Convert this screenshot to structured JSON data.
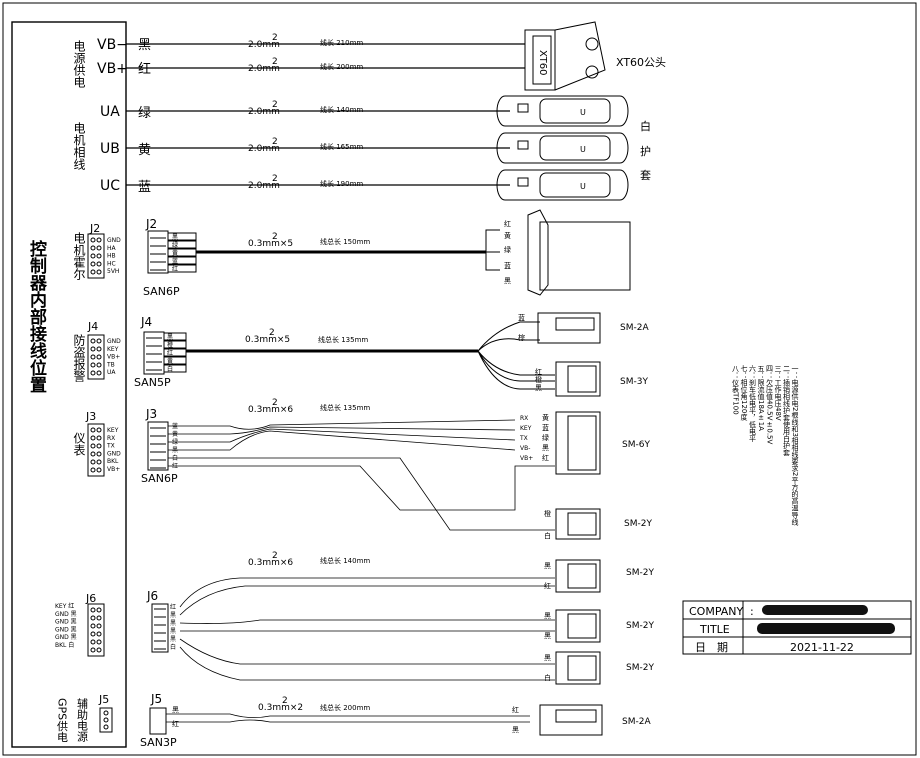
{
  "controller": {
    "title": "控制器内部接线位置",
    "sections": {
      "power": "电源供电",
      "motor_phase": "电机相线",
      "hall": "电机霍尔",
      "antitheft": "防盗报警",
      "meter": "仪表",
      "gps": "GPS供电"
    },
    "j2_pins": [
      "GND",
      "HA",
      "HB",
      "HC",
      "5VH"
    ],
    "j4_pins": [
      "GND",
      "KEY",
      "VB+",
      "TB",
      "UA"
    ],
    "j3_pins": [
      "KEY",
      "RX",
      "TX",
      "GND",
      "BKL",
      "VB+"
    ],
    "j6_pins": [
      "KEY 红",
      "GND 黑",
      "GND 黑",
      "GND 黑",
      "GND 黑",
      "BKL 白"
    ]
  },
  "power": [
    {
      "name": "VB−",
      "color": "黑",
      "gauge": "2.0mm",
      "len": "线长 210mm"
    },
    {
      "name": "VB+",
      "color": "红",
      "gauge": "2.0mm",
      "len": "线长 200mm"
    }
  ],
  "xt60": "XT60公头",
  "phases": [
    {
      "name": "UA",
      "color": "绿",
      "gauge": "2.0mm",
      "len": "线长 140mm"
    },
    {
      "name": "UB",
      "color": "黄",
      "gauge": "2.0mm",
      "len": "线长 165mm"
    },
    {
      "name": "UC",
      "color": "蓝",
      "gauge": "2.0mm",
      "len": "线长 190mm"
    }
  ],
  "sleeve_label": "白护套",
  "gauge_sup": "2",
  "j2": {
    "label": "J2",
    "type": "SAN6P",
    "wires": [
      "黑",
      "绿",
      "黄",
      "蓝",
      "红"
    ],
    "gauge": "0.3mm",
    "mult": "×5",
    "len": "线总长 150mm",
    "out_colors": [
      "红",
      "黄",
      "绿",
      "蓝",
      "黑"
    ]
  },
  "j4": {
    "label": "J4",
    "type": "SAN5P",
    "wires": [
      "黑",
      "橙",
      "红",
      "黄",
      "白"
    ],
    "gauge": "0.3mm",
    "mult": "×5",
    "len": "线总长 135mm",
    "sm2a": {
      "type": "SM-2A",
      "wires": [
        "蓝",
        "棕"
      ]
    },
    "sm3y": {
      "type": "SM-3Y",
      "wires": [
        "红",
        "橙",
        "黑"
      ]
    }
  },
  "j3": {
    "label": "J3",
    "type": "SAN6P",
    "wires": [
      "蓝",
      "黄",
      "绿",
      "黑",
      "白",
      "红"
    ],
    "gauge": "0.3mm",
    "mult": "×6",
    "len": "线总长 135mm",
    "sm6y": {
      "type": "SM-6Y",
      "sig": [
        "RX",
        "KEY",
        "TX",
        "VB-",
        "VB+"
      ],
      "colors": [
        "黄",
        "蓝",
        "绿",
        "黑",
        "红"
      ]
    },
    "sm2y": {
      "type": "SM-2Y",
      "wires": [
        "橙",
        "白"
      ]
    }
  },
  "j6": {
    "label": "J6",
    "wires": [
      "红",
      "黑",
      "黑",
      "黑",
      "黑",
      "白"
    ],
    "gauge": "0.3mm",
    "mult": "×6",
    "len": "线总长 140mm",
    "conns": [
      {
        "type": "SM-2Y",
        "wires": [
          "黑",
          "红"
        ]
      },
      {
        "type": "SM-2Y",
        "wires": [
          "黑",
          "黑"
        ]
      },
      {
        "type": "SM-2Y",
        "wires": [
          "黑",
          "白"
        ]
      }
    ]
  },
  "j5": {
    "label": "J5",
    "aux": "辅助电源",
    "type": "SAN3P",
    "wires": [
      "黑",
      "红"
    ],
    "gauge": "0.3mm",
    "mult": "×2",
    "len": "线总长 200mm",
    "out": {
      "type": "SM-2A",
      "wires": [
        "红",
        "黑"
      ]
    }
  },
  "notes": [
    "一：电源供电2根线和3相相线要求2平方的高温导线",
    "二：插销相线护套使用白护套",
    "三：工作电压48V",
    "四：欠压值40.5V±0.5V",
    "五：限流值18A±1A",
    "六：刹车低电平，低电平",
    "七：相位角120度",
    "八：仪表TF100"
  ],
  "titleblock": {
    "company_label": "COMPANY",
    "title_label": "TITLE",
    "date_label": "日　期",
    "colon": ":",
    "date": "2021-11-22"
  }
}
